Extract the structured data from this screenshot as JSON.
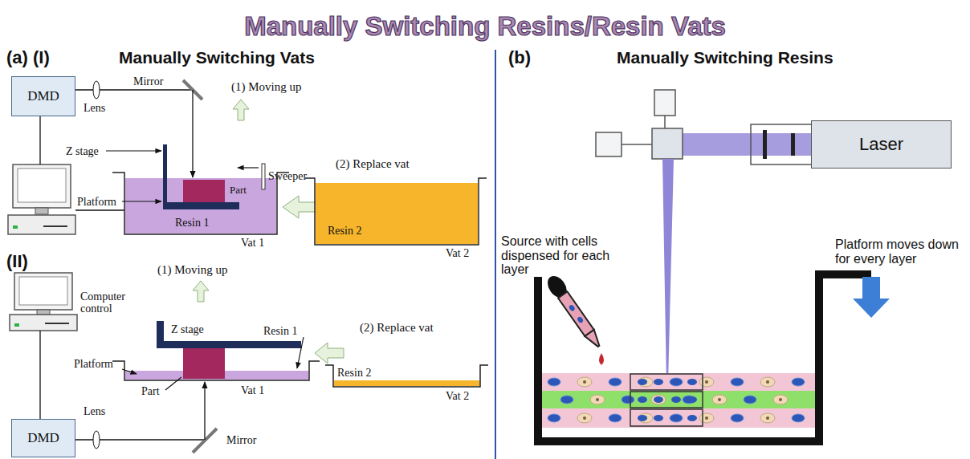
{
  "diagram": {
    "title": "Manually Switching Resins/Resin Vats",
    "nodes": [
      {
        "text": [
          "DMD"
        ]
      },
      {
        "text": [
          "DMD"
        ]
      },
      {
        "text": [
          "Laser"
        ]
      }
    ],
    "labels": [
      "(a) (I)",
      "Manually Switching Vats",
      "Mirror",
      "Lens",
      "(1) Moving up",
      "Sweeper",
      "Z stage",
      "Platform",
      "Part",
      "Resin 1",
      "(2) Replace vat",
      "Resin 2",
      "Vat 1",
      "Vat 2",
      "(II)",
      "(1) Moving up",
      "Computer control",
      "Z stage",
      "Resin 1",
      "Platform",
      "Part",
      "(2) Replace vat",
      "Resin 2",
      "Vat 1",
      "Vat 2",
      "Lens",
      "Mirror",
      "(b)",
      "Manually Switching Resins",
      "Source with cells dispensed for each layer",
      "Platform moves down for every layer"
    ]
  }
}
